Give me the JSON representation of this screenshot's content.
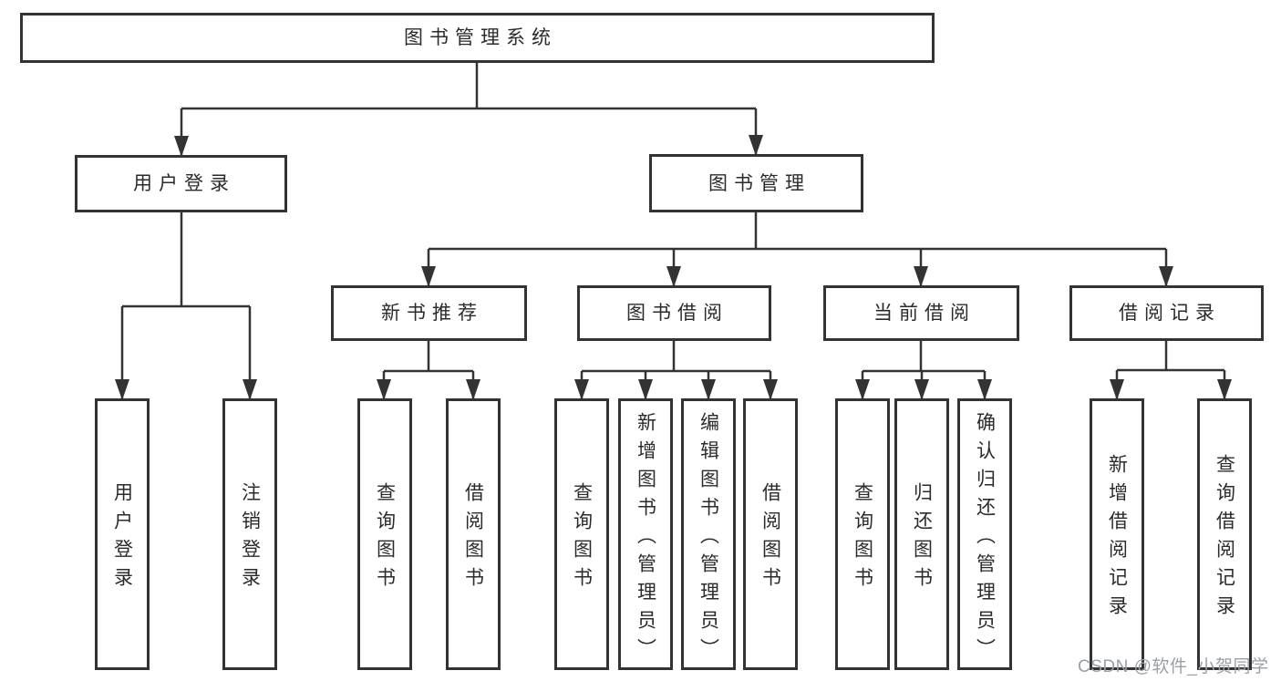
{
  "tree": {
    "root": {
      "label": "图书管理系统"
    },
    "level2": [
      {
        "label": "用户登录",
        "parent": "图书管理系统",
        "children_labels": [
          "用户登录",
          "注销登录"
        ]
      },
      {
        "label": "图书管理",
        "parent": "图书管理系统",
        "children_labels": [
          "新书推荐",
          "图书借阅",
          "当前借阅",
          "借阅记录"
        ]
      }
    ],
    "level3": [
      {
        "label": "新书推荐",
        "parent": "图书管理",
        "children_labels": [
          "查询图书",
          "借阅图书"
        ]
      },
      {
        "label": "图书借阅",
        "parent": "图书管理",
        "children_labels": [
          "查询图书",
          "新增图书（管理员）",
          "编辑图书（管理员）",
          "借阅图书"
        ]
      },
      {
        "label": "当前借阅",
        "parent": "图书管理",
        "children_labels": [
          "查询图书",
          "归还图书",
          "确认归还（管理员）"
        ]
      },
      {
        "label": "借阅记录",
        "parent": "图书管理",
        "children_labels": [
          "新增借阅记录",
          "查询借阅记录"
        ]
      }
    ],
    "leaves": [
      {
        "label": "用户登录",
        "parent": "用户登录"
      },
      {
        "label": "注销登录",
        "parent": "用户登录"
      },
      {
        "label": "查询图书",
        "parent": "新书推荐"
      },
      {
        "label": "借阅图书",
        "parent": "新书推荐"
      },
      {
        "label": "查询图书",
        "parent": "图书借阅"
      },
      {
        "label": "新增图书（管理员）",
        "parent": "图书借阅"
      },
      {
        "label": "编辑图书（管理员）",
        "parent": "图书借阅"
      },
      {
        "label": "借阅图书",
        "parent": "图书借阅"
      },
      {
        "label": "查询图书",
        "parent": "当前借阅"
      },
      {
        "label": "归还图书",
        "parent": "当前借阅"
      },
      {
        "label": "确认归还（管理员）",
        "parent": "当前借阅"
      },
      {
        "label": "新增借阅记录",
        "parent": "借阅记录"
      },
      {
        "label": "查询借阅记录",
        "parent": "借阅记录"
      }
    ]
  },
  "watermark": {
    "text": "CSDN @软件_小贺同学"
  },
  "colors": {
    "line": "#333333",
    "border": "#333333",
    "text": "#2b2b2b",
    "background": "#ffffff",
    "watermark": "#9aa0a8"
  }
}
